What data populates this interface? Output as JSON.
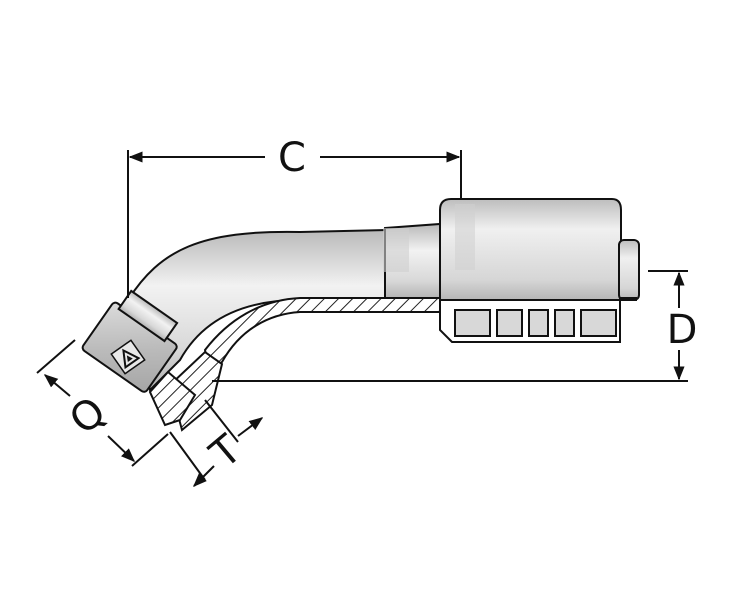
{
  "dimensions": {
    "c": "C",
    "d": "D",
    "q": "Q",
    "t": "T"
  },
  "logo": {
    "icon": "parker-logo-icon"
  },
  "colors": {
    "metal_light": "#e6e6e6",
    "metal_mid": "#c8c8c8",
    "metal_dark": "#a8a8a8",
    "outline": "#111111",
    "hatch": "#222222"
  }
}
